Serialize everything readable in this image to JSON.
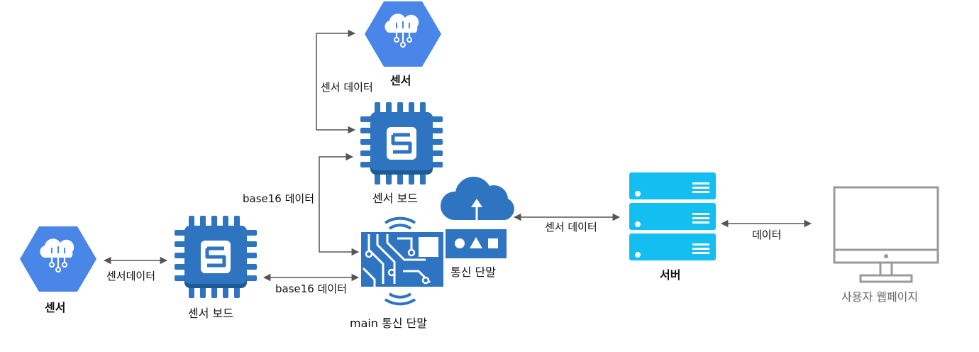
{
  "nodes": {
    "sensor_top": {
      "label": "센서"
    },
    "sensor_left": {
      "label": "센서"
    },
    "board_top": {
      "label": "센서 보드"
    },
    "board_left": {
      "label": "센서 보드"
    },
    "main_comm": {
      "label": "main 통신 단말"
    },
    "comm": {
      "label": "통신 단말"
    },
    "server": {
      "label": "서버"
    },
    "webpage": {
      "label": "사용자 웹페이지"
    }
  },
  "edges": {
    "sensor_top_board": {
      "label": "센서 데이터"
    },
    "board_top_main": {
      "label": "base16 데이터"
    },
    "sensor_left_board": {
      "label": "센서데이터"
    },
    "board_left_main": {
      "label": "base16 데이터"
    },
    "comm_server": {
      "label": "센서 데이터"
    },
    "server_web": {
      "label": "데이터"
    }
  },
  "colors": {
    "sensor_hex": "#4A86E8",
    "chip": "#2E74C0",
    "chip_dark": "#1D5A96",
    "server": "#13BEF0",
    "monitor": "#9A9A9A",
    "arrow": "#555555"
  }
}
